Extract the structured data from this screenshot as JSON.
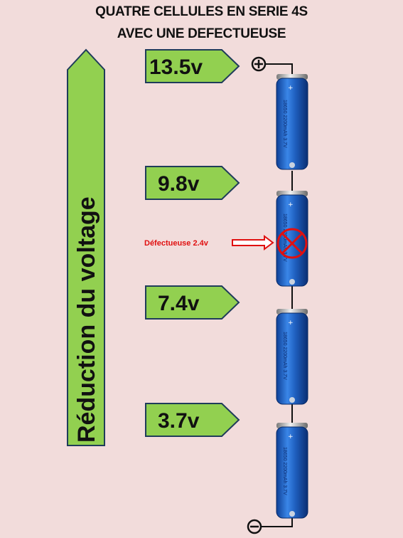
{
  "title": {
    "line1": "QUATRE CELLULES EN SERIE  4S",
    "line2": "AVEC UNE DEFECTUEUSE"
  },
  "arrow_label": "Réduction du voltage",
  "voltages": [
    "13.5v",
    "9.8v",
    "7.4v",
    "3.7v"
  ],
  "defect_label": "Défectueuse 2.4v",
  "cell_label": "18650 2200mAh 3.7V",
  "terminals": {
    "positive": "+",
    "negative": "-"
  },
  "colors": {
    "background": "#f2dcdb",
    "arrow_fill": "#92d050",
    "tag_fill": "#92d050",
    "battery_blue": "#1f5fbf",
    "defect_red": "#e01010"
  }
}
